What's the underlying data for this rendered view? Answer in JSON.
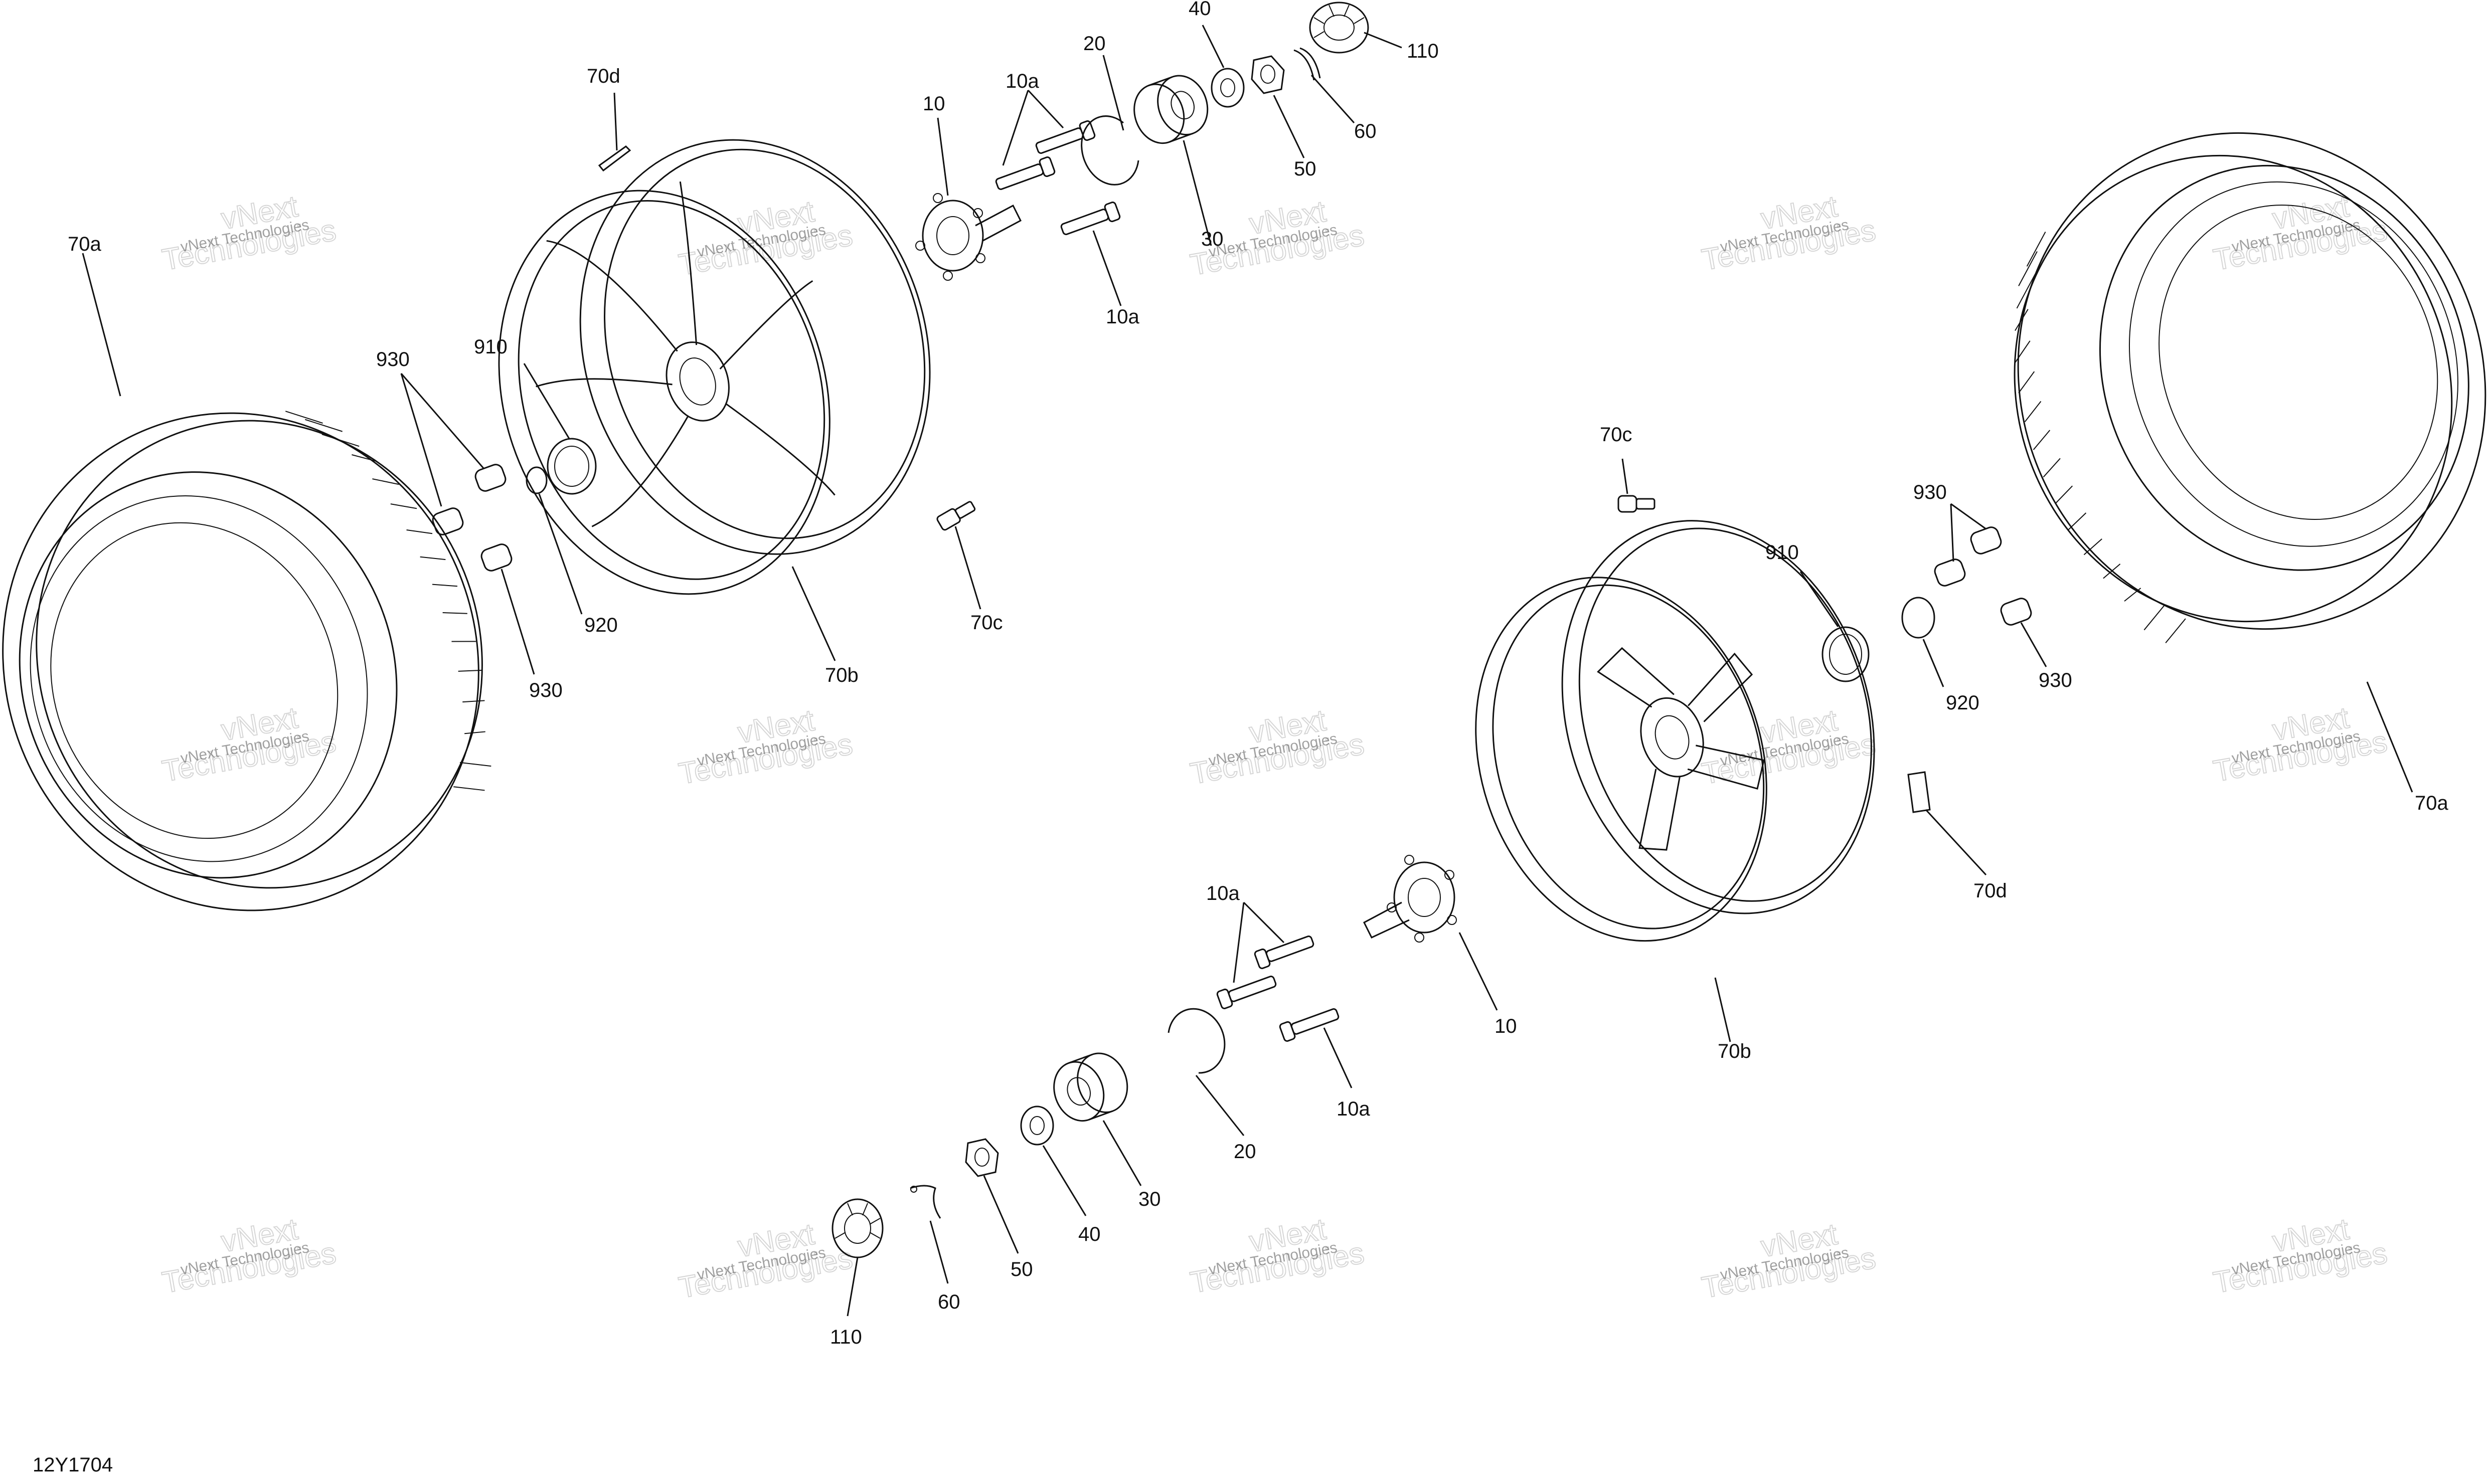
{
  "diagram_id": "12Y1704",
  "watermark": {
    "line1": "vNext Technologies",
    "line2_a": "vNext",
    "line2_b": "Technologies"
  },
  "labels": {
    "p70a": "70a",
    "p70b": "70b",
    "p70c": "70c",
    "p70d": "70d",
    "p10": "10",
    "p10a": "10a",
    "p20": "20",
    "p30": "30",
    "p40": "40",
    "p50": "50",
    "p60": "60",
    "p110": "110",
    "p910": "910",
    "p920": "920",
    "p930": "930"
  }
}
